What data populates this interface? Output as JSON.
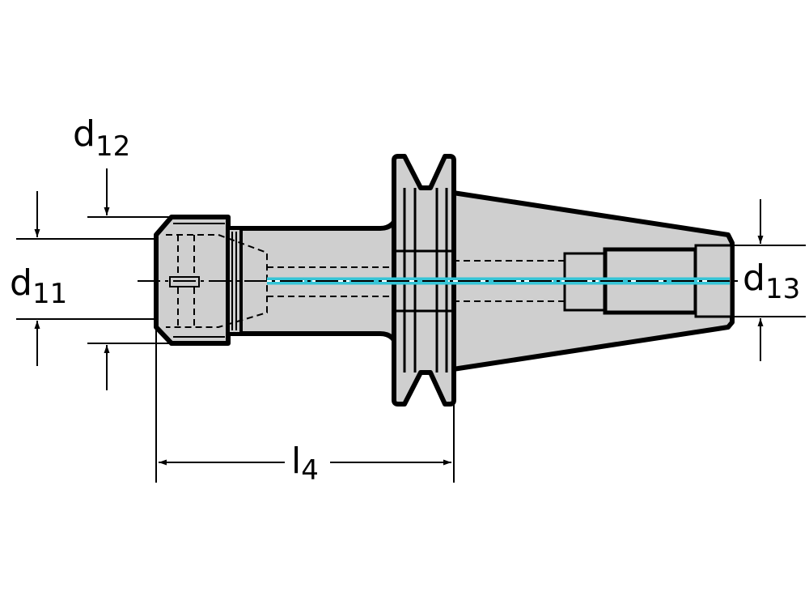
{
  "labels": {
    "d11": {
      "base": "d",
      "sub": "11"
    },
    "d12": {
      "base": "d",
      "sub": "12"
    },
    "d13": {
      "base": "d",
      "sub": "13"
    },
    "l4": {
      "base": "l",
      "sub": "4"
    }
  },
  "colors": {
    "background": "#ffffff",
    "body_fill": "#cfcfcf",
    "outline": "#000000",
    "coolant_channel": "#35c4d6"
  }
}
